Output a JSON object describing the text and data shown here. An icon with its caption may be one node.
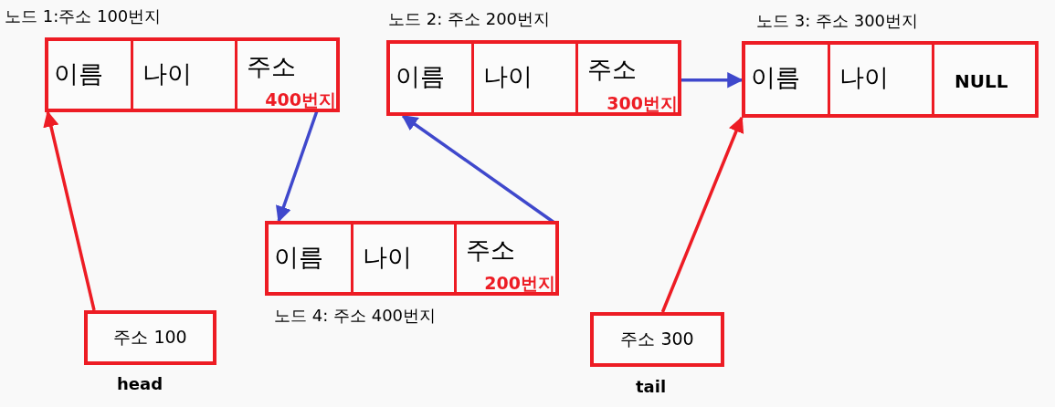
{
  "diagram": {
    "nodes": [
      {
        "text": [
          "노드 1:주소 100번지"
        ]
      },
      {
        "text": [
          "이름"
        ],
        "in": 0
      },
      {
        "text": [
          "나이"
        ],
        "in": 0
      },
      {
        "text": [
          "주소",
          "400번지"
        ],
        "in": 0
      },
      {
        "text": [
          "노드 2: 주소 200번지"
        ]
      },
      {
        "text": [
          "이름"
        ],
        "in": 4
      },
      {
        "text": [
          "나이"
        ],
        "in": 4
      },
      {
        "text": [
          "주소",
          "300번지"
        ],
        "in": 4
      },
      {
        "text": [
          "노드 3: 주소 300번지"
        ]
      },
      {
        "text": [
          "이름"
        ],
        "in": 8
      },
      {
        "text": [
          "나이"
        ],
        "in": 8
      },
      {
        "text": [
          "NULL"
        ],
        "in": 8
      },
      {
        "text": [
          "노드 4: 주소 400번지"
        ]
      },
      {
        "text": [
          "이름"
        ],
        "in": 12
      },
      {
        "text": [
          "나이"
        ],
        "in": 12
      },
      {
        "text": [
          "주소",
          "200번지"
        ],
        "in": 12
      },
      {
        "text": [
          "주소 100"
        ],
        "beside": [
          "head"
        ]
      },
      {
        "text": [
          "주소 300"
        ],
        "beside": [
          "tail"
        ]
      }
    ],
    "edges": [
      {
        "from": 16,
        "to": 0,
        "arrow": "to",
        "color": "#ed1c24"
      },
      {
        "from": 3,
        "to": 12,
        "arrow": "to"
      },
      {
        "from": 15,
        "to": 4,
        "arrow": "to"
      },
      {
        "from": 7,
        "to": 8,
        "arrow": "to"
      },
      {
        "from": 17,
        "to": 8,
        "arrow": "to",
        "color": "#ed1c24"
      }
    ]
  }
}
